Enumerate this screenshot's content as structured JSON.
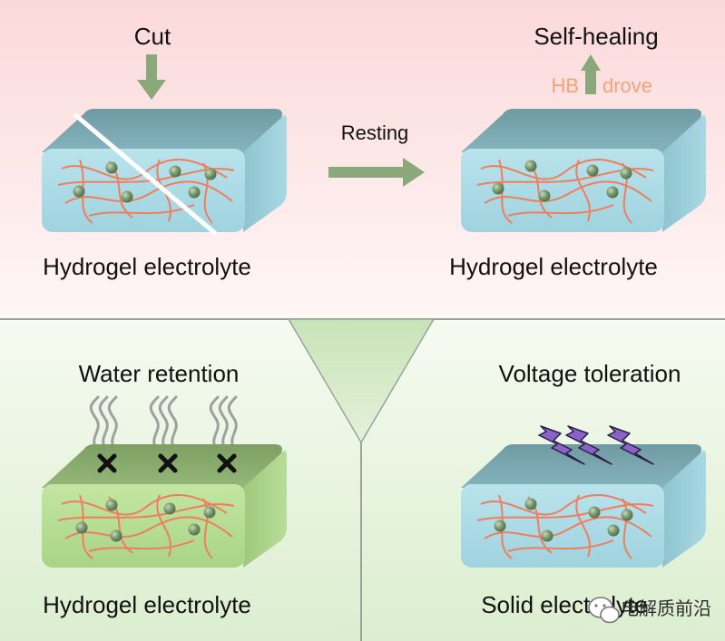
{
  "top_left": {
    "arrow_label": "Cut",
    "caption": "Hydrogel electrolyte"
  },
  "middle": {
    "arrow_label": "Resting"
  },
  "top_right": {
    "title": "Self-healing",
    "hb_left": "HB",
    "hb_right": "drove",
    "caption": "Hydrogel electrolyte"
  },
  "bottom_left": {
    "title": "Water retention",
    "caption": "Hydrogel electrolyte"
  },
  "bottom_right": {
    "title": "Voltage toleration",
    "caption": "Solid electrolyte"
  },
  "watermark": {
    "text": "电解质前沿",
    "icon": "wechat-icon"
  },
  "colors": {
    "top_bg": "#fde4e4",
    "bottom_bg": "#e6f2dc",
    "arrow_green": "#8aa879",
    "cube_blue": "#a8d8e2",
    "cube_green": "#b7dc94",
    "fiber_orange": "#ef7e5e",
    "node_green": "#6f8c64",
    "bolt_purple": "#8a63c8"
  }
}
